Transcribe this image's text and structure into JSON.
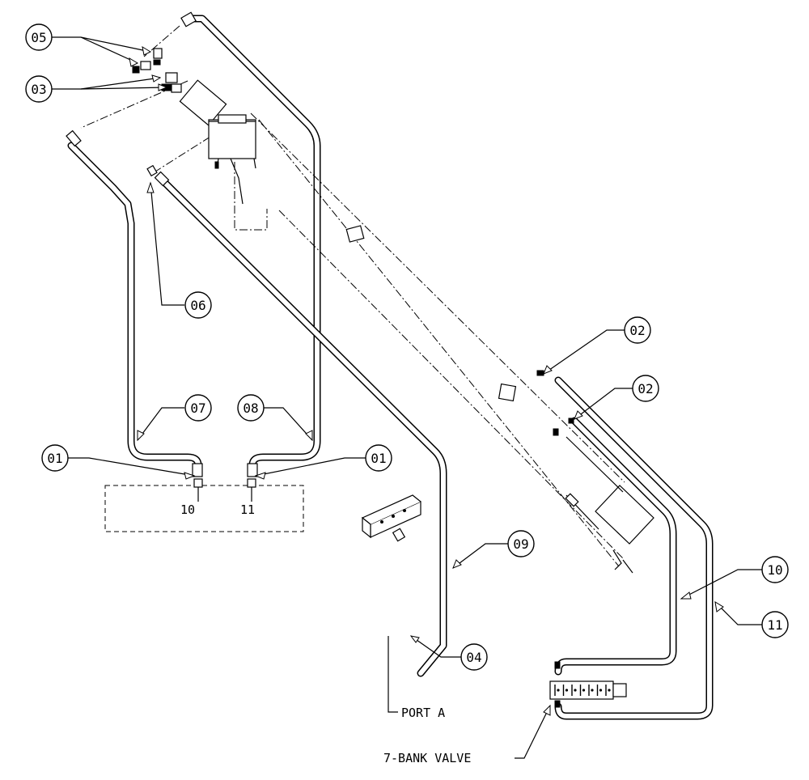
{
  "balloons": {
    "b05": "05",
    "b03": "03",
    "b06": "06",
    "b07": "07",
    "b08": "08",
    "b02a": "02",
    "b02b": "02",
    "b09": "09",
    "b10": "10",
    "b11": "11",
    "b01a": "01",
    "b01b": "01",
    "b04": "04"
  },
  "port_labels": {
    "port10": "10",
    "port11": "11"
  },
  "labels": {
    "port_a": "PORT A",
    "valve": "7-BANK VALVE"
  }
}
